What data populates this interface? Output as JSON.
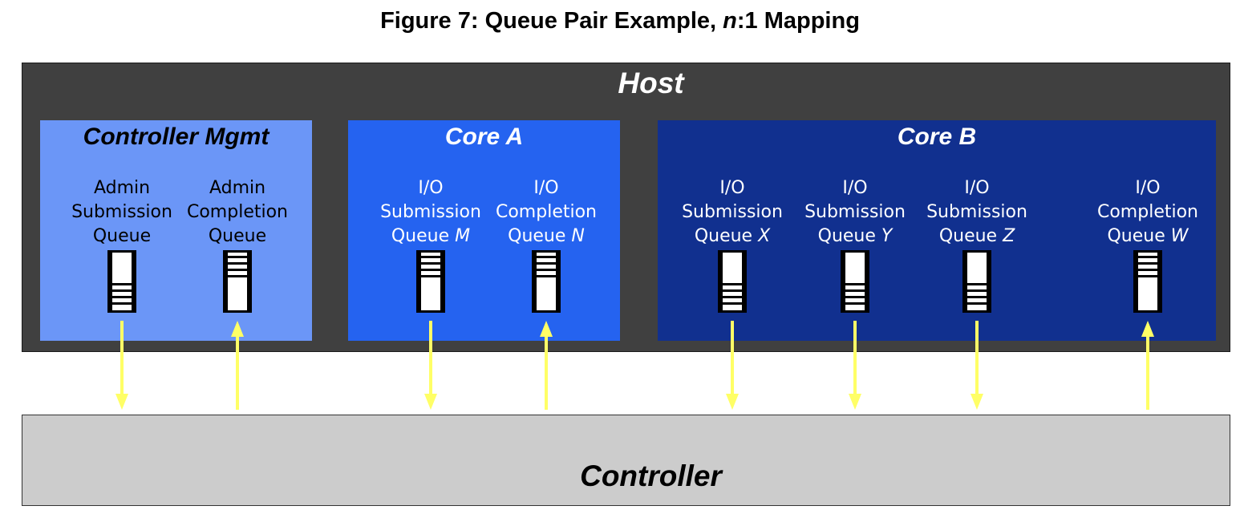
{
  "figure_title": "Figure 7: Queue Pair Example, n:1 Mapping",
  "figure_title_parts": {
    "before": "Figure 7: Queue Pair Example, ",
    "italic": "n",
    "after": ":1 Mapping"
  },
  "host_label": "Host",
  "controller_label": "Controller",
  "colors": {
    "host_bg": "#404040",
    "controller_bg": "#cccccc",
    "arrow": "#ffff66",
    "ctrl_mgmt_bg": "#6b96f7",
    "core_a_bg": "#2563f0",
    "core_b_bg": "#11308f"
  },
  "groups": [
    {
      "id": "controller-mgmt",
      "title": "Controller Mgmt",
      "bg": "#6b96f7",
      "text_color": "#000000",
      "queues": [
        {
          "kind": "submission",
          "lines": [
            "Admin",
            "Submission",
            "Queue"
          ],
          "suffix": "",
          "fill": "bottom"
        },
        {
          "kind": "completion",
          "lines": [
            "Admin",
            "Completion",
            "Queue"
          ],
          "suffix": "",
          "fill": "top"
        }
      ]
    },
    {
      "id": "core-a",
      "title": "Core A",
      "bg": "#2563f0",
      "text_color": "#ffffff",
      "queues": [
        {
          "kind": "submission",
          "lines": [
            "I/O",
            "Submission",
            "Queue"
          ],
          "suffix": "M",
          "fill": "top"
        },
        {
          "kind": "completion",
          "lines": [
            "I/O",
            "Completion",
            "Queue"
          ],
          "suffix": "N",
          "fill": "top"
        }
      ]
    },
    {
      "id": "core-b",
      "title": "Core B",
      "bg": "#11308f",
      "text_color": "#ffffff",
      "queues": [
        {
          "kind": "submission",
          "lines": [
            "I/O",
            "Submission",
            "Queue"
          ],
          "suffix": "X",
          "fill": "bottom"
        },
        {
          "kind": "submission",
          "lines": [
            "I/O",
            "Submission",
            "Queue"
          ],
          "suffix": "Y",
          "fill": "bottom"
        },
        {
          "kind": "submission",
          "lines": [
            "I/O",
            "Submission",
            "Queue"
          ],
          "suffix": "Z",
          "fill": "bottom"
        },
        {
          "kind": "completion",
          "lines": [
            "I/O",
            "Completion",
            "Queue"
          ],
          "suffix": "W",
          "fill": "top"
        }
      ]
    }
  ]
}
